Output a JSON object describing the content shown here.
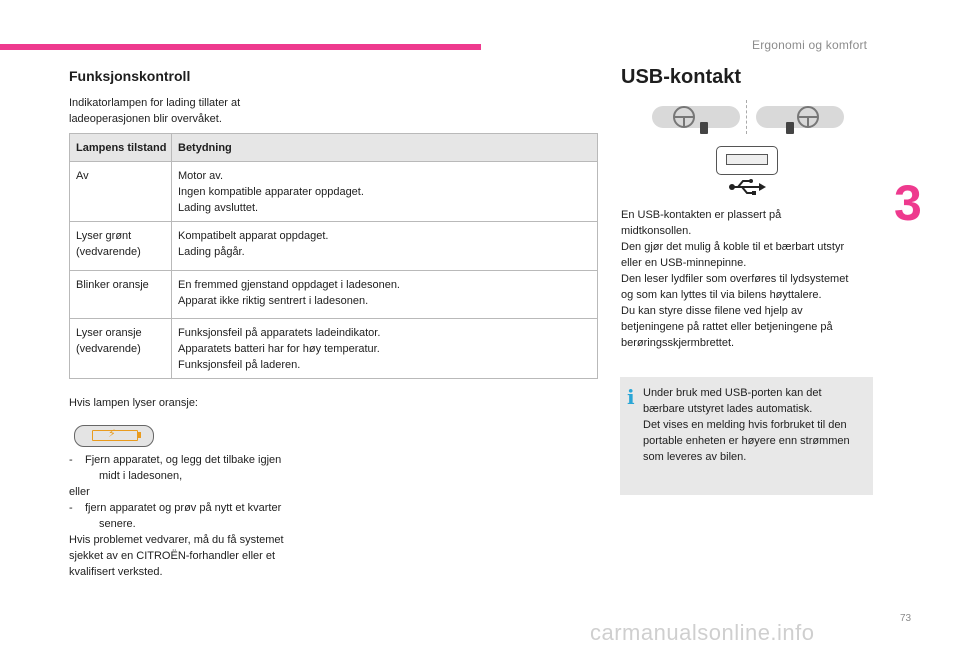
{
  "header": {
    "section": "Ergonomi og komfort",
    "chapter_number": "3",
    "page_number": "73"
  },
  "left": {
    "heading": "Funksjonskontroll",
    "intro": [
      "Indikatorlampen for lading tillater at",
      "ladeoperasjonen blir overvåket."
    ],
    "table": {
      "headers": [
        "Lampens tilstand",
        "Betydning"
      ],
      "rows": [
        {
          "state": [
            "Av"
          ],
          "meaning": [
            "Motor av.",
            "Ingen kompatible apparater oppdaget.",
            "Lading avsluttet."
          ]
        },
        {
          "state": [
            "Lyser grønt",
            "(vedvarende)"
          ],
          "meaning": [
            "Kompatibelt apparat oppdaget.",
            "Lading pågår."
          ]
        },
        {
          "state": [
            "Blinker oransje"
          ],
          "meaning": [
            "En fremmed gjenstand oppdaget i ladesonen.",
            "Apparat ikke riktig sentrert i ladesonen."
          ]
        },
        {
          "state": [
            "Lyser oransje",
            "(vedvarende)"
          ],
          "meaning": [
            "Funksjonsfeil på apparatets ladeindikator.",
            "Apparatets batteri har for høy temperatur.",
            "Funksjonsfeil på laderen."
          ]
        }
      ]
    },
    "orange_text": "Hvis lampen lyser oransje:",
    "steps": {
      "dash": "-",
      "step1": [
        "Fjern apparatet, og legg det tilbake igjen",
        "midt i ladesonen,"
      ],
      "or": "eller",
      "step2": [
        "fjern apparatet og prøv på nytt et kvarter",
        "senere."
      ],
      "closing": [
        "Hvis problemet vedvarer, må du få systemet",
        "sjekket av en CITROËN-forhandler eller et",
        "kvalifisert verksted."
      ]
    }
  },
  "right": {
    "heading": "USB-kontakt",
    "body": [
      "En USB-kontakten er plassert på",
      "midtkonsollen.",
      "Den gjør det mulig å koble til et bærbart utstyr",
      "eller en USB-minnepinne.",
      "Den leser lydfiler som overføres til lydsystemet",
      "og som kan lyttes til via bilens høyttalere.",
      "Du kan styre disse filene ved hjelp av",
      "betjeningene på rattet eller betjeningene på",
      "berøringsskjermbrettet."
    ],
    "note_icon": "i",
    "note": [
      "Under bruk med USB-porten kan det",
      "bærbare utstyret lades automatisk.",
      "Det vises en melding hvis forbruket til den",
      "portable enheten er høyere enn strømmen",
      "som leveres av bilen."
    ]
  },
  "watermark": "carmanualsonline.info",
  "colors": {
    "accent": "#ee3a8e",
    "info": "#2aa6d6",
    "battery": "#e99b1e",
    "note_bg": "#e8e8e8"
  }
}
